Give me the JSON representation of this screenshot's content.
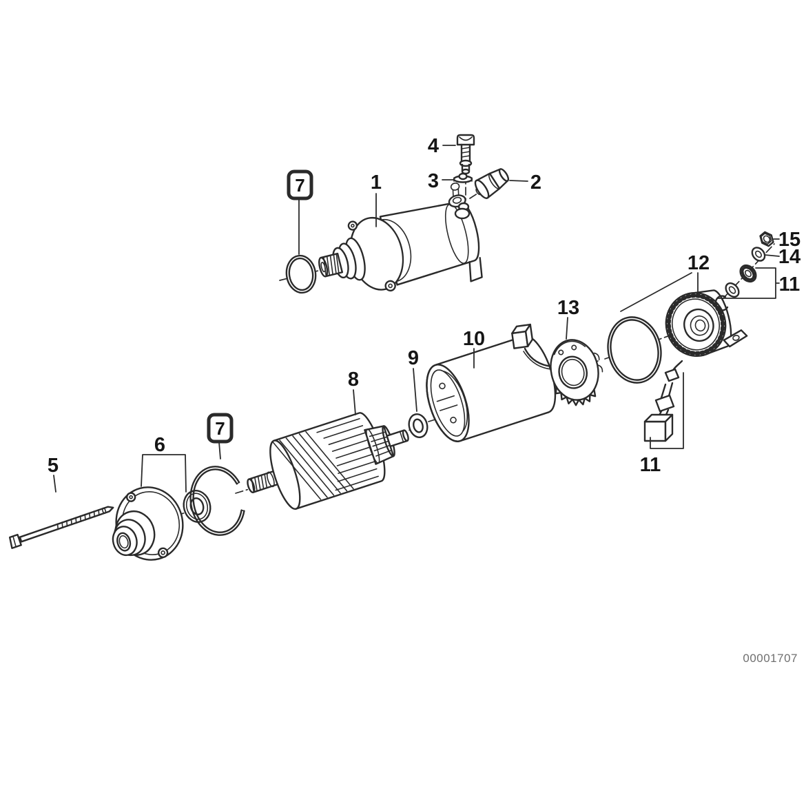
{
  "page": {
    "background": "#ffffff",
    "diagram_number": "00001707"
  },
  "colors": {
    "highlight": "#e42217",
    "line": "#2a2a2a",
    "label": "#161616",
    "diagram_number_gray": "#6f6f6f"
  },
  "callouts": {
    "n1": {
      "label": "1",
      "highlighted": false
    },
    "n2": {
      "label": "2",
      "highlighted": false
    },
    "n3": {
      "label": "3",
      "highlighted": false
    },
    "n4": {
      "label": "4",
      "highlighted": false
    },
    "n5": {
      "label": "5",
      "highlighted": false
    },
    "n6": {
      "label": "6",
      "highlighted": false
    },
    "n7a": {
      "label": "7",
      "highlighted": true
    },
    "n7b": {
      "label": "7",
      "highlighted": true
    },
    "n8": {
      "label": "8",
      "highlighted": false
    },
    "n9": {
      "label": "9",
      "highlighted": false
    },
    "n10": {
      "label": "10",
      "highlighted": false
    },
    "n11_right": {
      "label": "11",
      "highlighted": false
    },
    "n11_bottom": {
      "label": "11",
      "highlighted": false
    },
    "n12": {
      "label": "12",
      "highlighted": false
    },
    "n13": {
      "label": "13",
      "highlighted": false
    },
    "n14": {
      "label": "14",
      "highlighted": false
    },
    "n15": {
      "label": "15",
      "highlighted": false
    }
  }
}
